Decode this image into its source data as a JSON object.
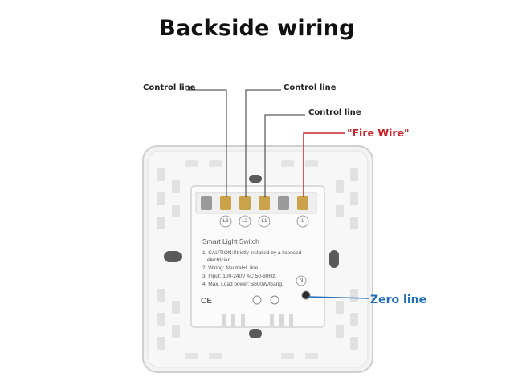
{
  "title": "Backside wiring",
  "labels": {
    "control_line_1": "Control line",
    "control_line_2": "Control line",
    "control_line_3": "Control line",
    "fire_wire": "\"Fire Wire\"",
    "zero_line": "Zero line"
  },
  "module": {
    "name": "Smart Light Switch",
    "specs": [
      "1. CAUTION:Strictly installed by a licensed",
      "electrician.",
      "2. Wiring: Neutral+L line.",
      "3. Input: 100-240V AC 50-60Hz.",
      "4. Max. Load power: ≤600W/Gang."
    ],
    "terminals": [
      "L3",
      "L2",
      "L1",
      "L"
    ],
    "neutral_terminal": "N",
    "cert_mark": "CE"
  },
  "colors": {
    "fire_wire": "#c8232c",
    "zero_line": "#1e6fb8",
    "plate": "#f2f2f2",
    "terminal_gold": "#c9a24a"
  }
}
